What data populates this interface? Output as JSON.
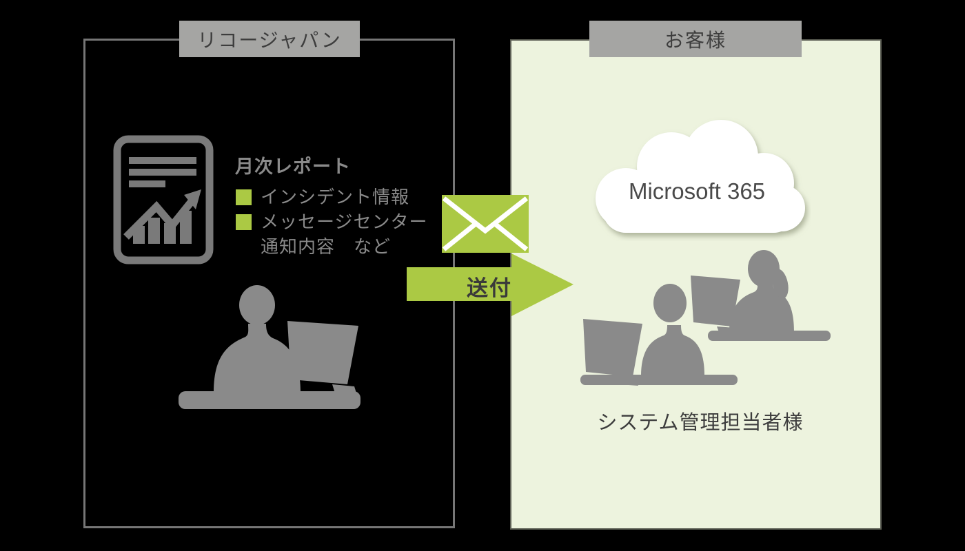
{
  "ricoh": {
    "label": "リコージャパン",
    "report_title": "月次レポート",
    "bullets": [
      "インシデント情報",
      "メッセージセンター"
    ],
    "bullet_continuation": "通知内容　など"
  },
  "arrow": {
    "label": "送付"
  },
  "customer": {
    "label": "お客様",
    "cloud_label": "Microsoft 365",
    "caption": "システム管理担当者様"
  },
  "icons": {
    "report": "report-document-icon",
    "mail": "envelope-icon",
    "ricoh_person": "person-at-computer-icon",
    "customer_people": "two-people-at-computers-icon",
    "cloud": "cloud-icon",
    "bullet": "green-square-bullet-icon"
  },
  "colors": {
    "background": "#000000",
    "accent_green": "#abc944",
    "panel_bg": "#edf3de",
    "band_bg": "#a5a5a3",
    "silhouette_gray": "#8a8a8a",
    "icon_gray": "#7a7a7a",
    "muted_text": "#8a8a8a",
    "dark_text": "#3d3d3d",
    "box_border": "#767676",
    "panel_edge": "#5c5e54"
  }
}
